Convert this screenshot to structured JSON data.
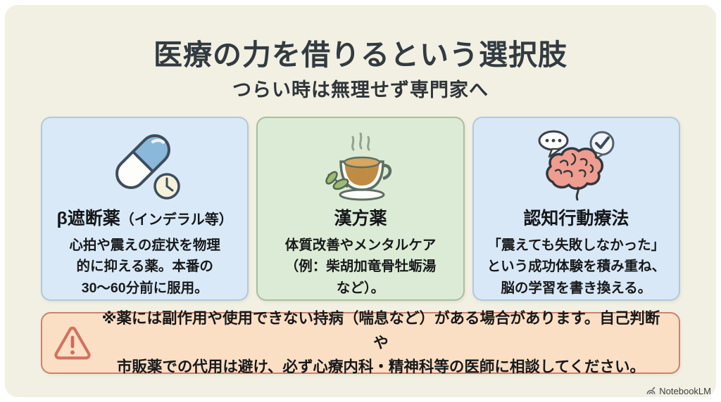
{
  "page": {
    "title": "医療の力を借りるという選択肢",
    "subtitle": "つらい時は無理せず専門家へ"
  },
  "cards": [
    {
      "icon": "pill-clock-icon",
      "title": "β遮断薬",
      "title_suffix": "（インデラル等）",
      "body": "心拍や震えの症状を物理\n的に抑える薬。本番の\n30〜60分前に服用。",
      "bg": "#d9e9f8",
      "border": "#b3c8db"
    },
    {
      "icon": "tea-cup-icon",
      "title": "漢方薬",
      "title_suffix": "",
      "body": "体質改善やメンタルケア\n（例：柴胡加竜骨牡蛎湯\nなど）。",
      "bg": "#dcebd5",
      "border": "#a7bf9e"
    },
    {
      "icon": "brain-cbt-icon",
      "title": "認知行動療法",
      "title_suffix": "",
      "body": "「震えても失敗しなかった」\nという成功体験を積み重ね、\n脳の学習を書き換える。",
      "bg": "#d9e8f7",
      "border": "#b3c8db"
    }
  ],
  "warning": {
    "icon": "warning-triangle-icon",
    "text": "※薬には副作用や使用できない持病（喘息など）がある場合があります。自己判断や\n市販薬での代用は避け、必ず心療内科・精神科等の医師に相談してください。",
    "bg": "#fbdfc5",
    "border": "#ca8370",
    "icon_color": "#d2735f"
  },
  "footer": {
    "brand": "NotebookLM"
  },
  "colors": {
    "page_background": "#ffffff",
    "sheet_background": "#f2f0e3",
    "title_text": "#333b41",
    "body_text": "#17191b",
    "pill_blue": "#8ab8da",
    "tea_amber": "#c08c44",
    "leaf_green": "#9cbb77",
    "brain_pink": "#ef9d90"
  }
}
